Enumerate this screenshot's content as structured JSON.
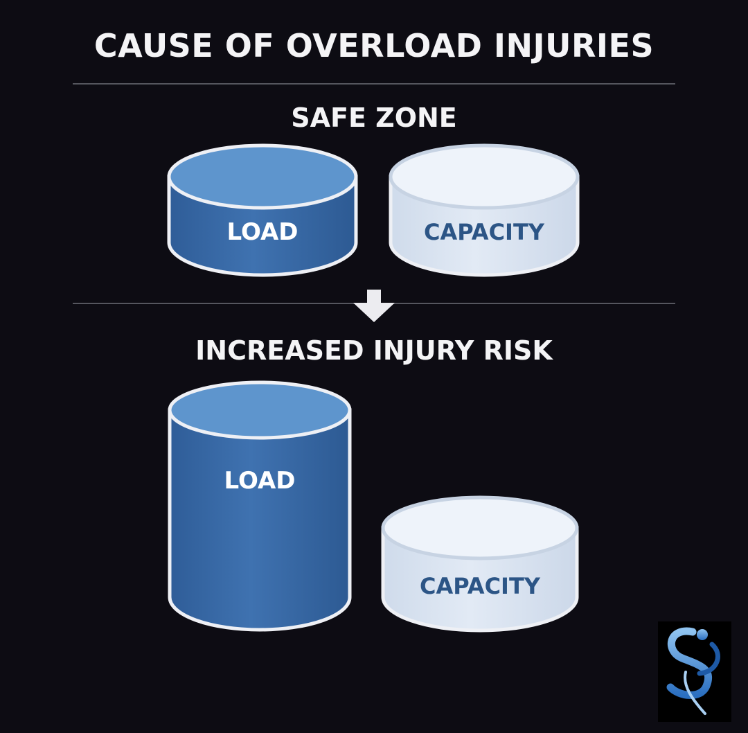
{
  "title": "CAUSE OF OVERLOAD INJURIES",
  "sections": {
    "safe": {
      "heading": "SAFE ZONE",
      "load_label": "LOAD",
      "capacity_label": "CAPACITY"
    },
    "risk": {
      "heading": "INCREASED INJURY RISK",
      "load_label": "LOAD",
      "capacity_label": "CAPACITY"
    }
  },
  "colors": {
    "background": "#0d0c13",
    "load_body": "#3a6ba9",
    "load_top": "#5e95cd",
    "capacity_body": "#dbe5f1",
    "capacity_top": "#eef3fa",
    "capacity_text": "#2c5586",
    "outline": "#eef0f5"
  },
  "icons": {
    "transition": "arrow-down-icon",
    "brand": "brand-logo-icon"
  }
}
